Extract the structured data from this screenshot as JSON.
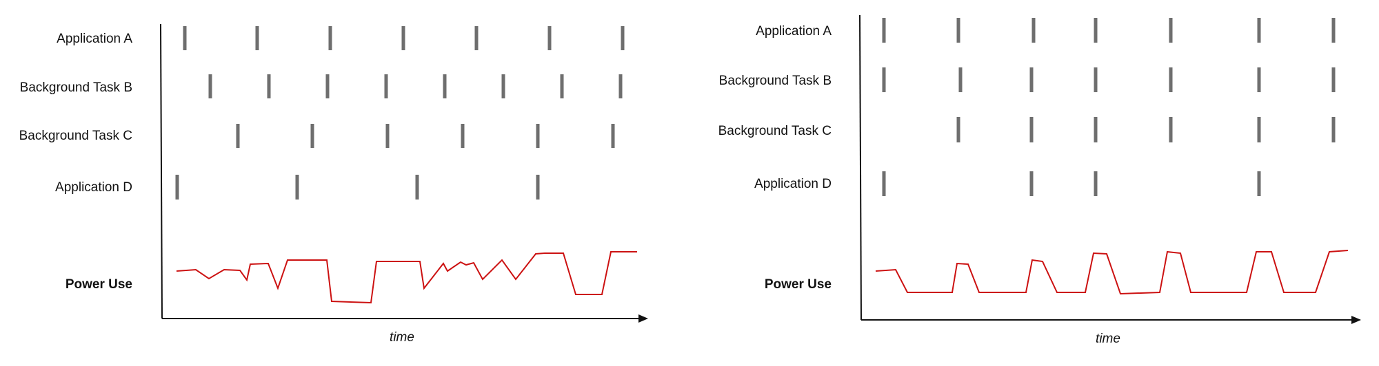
{
  "colors": {
    "tick": "#6e6e6e",
    "power_line": "#cc1111",
    "axis": "#111111",
    "text": "#111111"
  },
  "diagrams": [
    {
      "rows": [
        {
          "label": "Application A"
        },
        {
          "label": "Background Task B"
        },
        {
          "label": "Background Task C"
        },
        {
          "label": "Application D"
        }
      ],
      "power_label": "Power Use",
      "x_label": "time"
    },
    {
      "rows": [
        {
          "label": "Application A"
        },
        {
          "label": "Background Task B"
        },
        {
          "label": "Background Task C"
        },
        {
          "label": "Application D"
        }
      ],
      "power_label": "Power Use",
      "x_label": "time"
    }
  ]
}
